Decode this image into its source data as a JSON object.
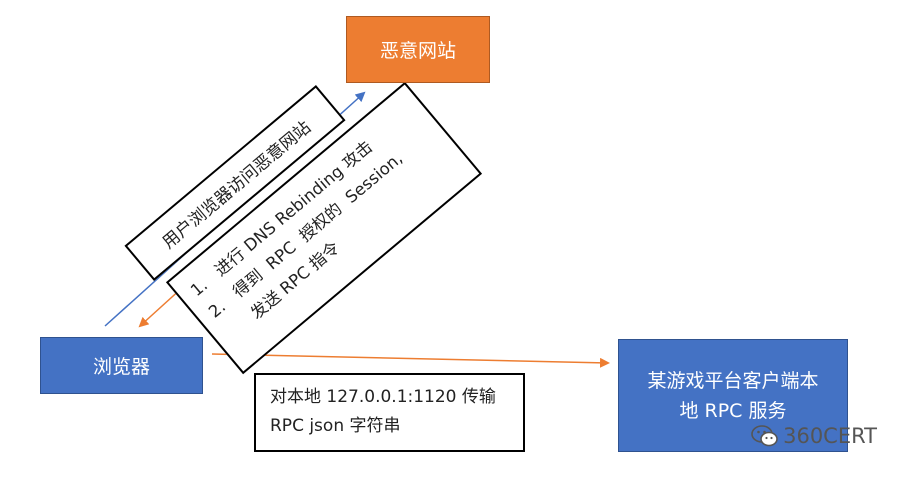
{
  "nodes": {
    "malicious_site": "恶意网站",
    "browser": "浏览器",
    "game_client_line1": "某游戏平台客户端本",
    "game_client_line2": "地 RPC 服务"
  },
  "labels": {
    "visit": "用户浏览器访问恶意网站",
    "steps": [
      "1.   进行 DNS Rebinding 攻击",
      "2.   得到  RPC  授权的  Session,",
      "      发送 RPC 指令"
    ],
    "transfer_line1": "对本地 127.0.0.1:1120 传输",
    "transfer_line2": "RPC json 字符串"
  },
  "watermark": "360CERT",
  "colors": {
    "orange": "#ed7d31",
    "blue": "#4472c4",
    "arrow_blue": "#4472c4",
    "arrow_orange": "#ed7d31"
  }
}
